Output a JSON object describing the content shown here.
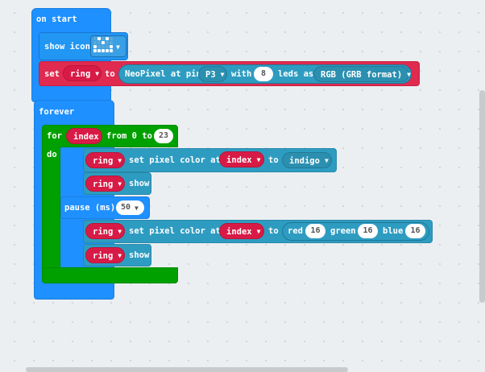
{
  "on_start": {
    "label": "on start",
    "show_icon_label": "show icon",
    "set_label": "set",
    "set_var": "ring",
    "to_label": "to",
    "neopixel_label": "NeoPixel at pin",
    "pin": "P3",
    "with_label": "with",
    "leds_count": "8",
    "leds_as_label": "leds as",
    "mode": "RGB (GRB format)"
  },
  "forever": {
    "label": "forever",
    "for_label": "for",
    "loop_var": "index",
    "from_label": "from 0 to",
    "to_value": "23",
    "do_label": "do",
    "set_color_1": {
      "strip": "ring",
      "label": "set pixel color at",
      "index": "index",
      "to_label": "to",
      "color": "indigo"
    },
    "show_1": {
      "strip": "ring",
      "label": "show"
    },
    "pause": {
      "label": "pause (ms)",
      "value": "50"
    },
    "set_color_2": {
      "strip": "ring",
      "label": "set pixel color at",
      "index": "index",
      "to_label": "to",
      "red_label": "red",
      "red": "16",
      "green_label": "green",
      "green": "16",
      "blue_label": "blue",
      "blue": "16"
    },
    "show_2": {
      "strip": "ring",
      "label": "show"
    }
  },
  "icon_name": "skull-icon",
  "colors": {
    "basic": "#1e90ff",
    "loops": "#00a000",
    "variables": "#e02a4f",
    "neopixel": "#2e9cc1",
    "workspace": "#eceff1"
  }
}
